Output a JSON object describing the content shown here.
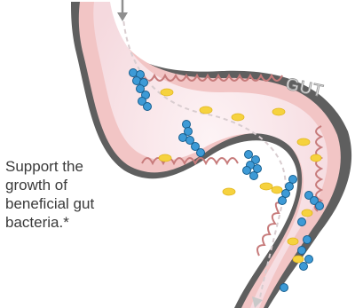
{
  "diagram": {
    "organ_label": "GUT",
    "caption_lines": [
      "Support the",
      "growth of",
      "beneficial gut",
      "bacteria.*"
    ]
  },
  "colors": {
    "wall_outer": "#5f5f5f",
    "wall_pink": "#f2c5c5",
    "lumen": "#fbe9ec",
    "villi": "#c77b7b",
    "yellow_bacteria": "#f6d23e",
    "blue_bacteria": "#3d9ad6",
    "blue_bacteria_stroke": "#175f8f",
    "arrow": "#b9b9b9",
    "caption_text": "#3a3a3a"
  }
}
